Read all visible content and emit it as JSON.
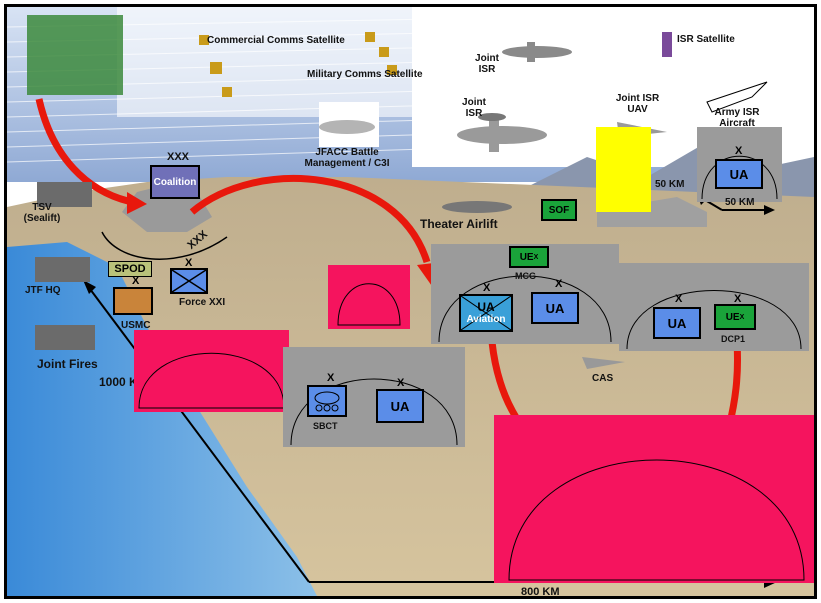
{
  "labels": {
    "commercial_sat": "Commercial Comms Satellite",
    "military_sat": "Military Comms Satellite",
    "jfacc": "JFACC Battle Management / C3I",
    "joint_isr_1": "Joint ISR",
    "joint_isr_2": "Joint ISR",
    "joint_isr_uav": "Joint ISR UAV",
    "isr_satellite": "ISR Satellite",
    "army_isr": "Army ISR Aircraft",
    "xxx_1": "XXX",
    "coalition": "Coalition",
    "xxx_2": "XXX",
    "tsv": "TSV (Sealift)",
    "spod": "SPOD",
    "force_xxi": "Force XXI",
    "jtf_hq": "JTF HQ",
    "usmc": "USMC",
    "joint_fires": "Joint Fires",
    "range_1000": "1000 K",
    "theater_airlift": "Theater Airlift",
    "sof": "SOF",
    "ue": "UE",
    "ue_sub": "X",
    "mcg": "MCG",
    "ua": "UA",
    "ua_aviation_1": "UA",
    "ua_aviation_2": "Aviation",
    "dcp1": "DCP1",
    "cas": "CAS",
    "sbct": "SBCT",
    "km50_a": "50 KM",
    "km50_b": "50 KM",
    "km800": "800 KM",
    "x": "X"
  },
  "colors": {
    "sky": "#c9d8ef",
    "ground": "#c8b48e",
    "ocean": "#3f86cf",
    "red_arrow": "#e8180c",
    "magenta": "#f5145e",
    "gray_panel": "#9b9b9b",
    "ua_blue": "#5b8de8",
    "green": "#1aa33a",
    "yellow": "#ffff00"
  }
}
